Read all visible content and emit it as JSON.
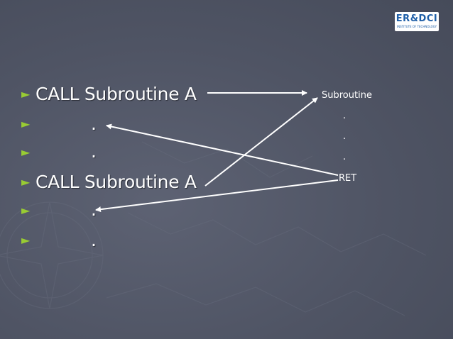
{
  "logo": {
    "main": "ER&DCI",
    "sub": "INSTITUTE OF TECHNOLOGY"
  },
  "bullet_glyph": "►",
  "main_lines": [
    {
      "text": "CALL Subroutine A"
    },
    {
      "text": "."
    },
    {
      "text": "."
    },
    {
      "text": "CALL Subroutine A"
    },
    {
      "text": "."
    },
    {
      "text": "."
    }
  ],
  "subroutine": {
    "title": "Subroutine",
    "dots": [
      ".",
      ".",
      "."
    ],
    "ret": "RET"
  },
  "colors": {
    "bullet": "#99cc33",
    "text": "#ffffff",
    "background": "#50556a"
  }
}
